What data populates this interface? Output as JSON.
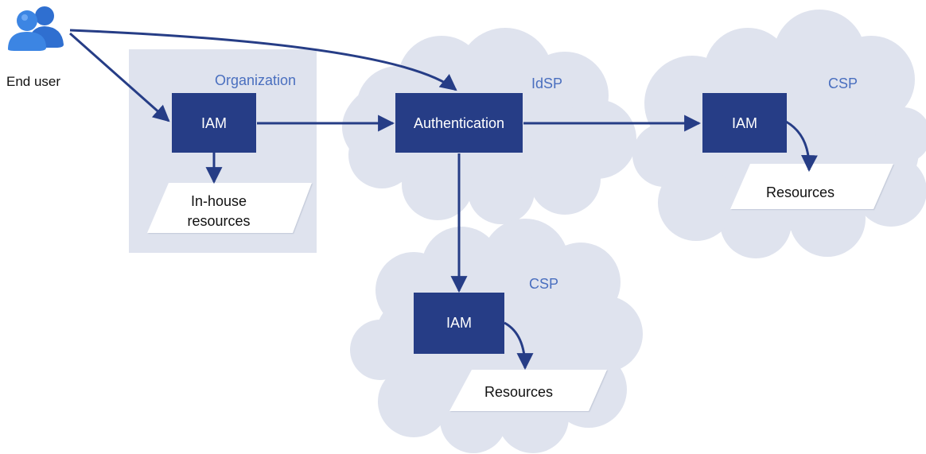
{
  "end_user": {
    "label": "End user",
    "icon": "users-icon"
  },
  "organization": {
    "title": "Organization",
    "iam_label": "IAM",
    "resources_line1": "In-house",
    "resources_line2": "resources"
  },
  "idsp": {
    "title": "IdSP",
    "auth_label": "Authentication"
  },
  "csp_right": {
    "title": "CSP",
    "iam_label": "IAM",
    "resources_label": "Resources"
  },
  "csp_bottom": {
    "title": "CSP",
    "iam_label": "IAM",
    "resources_label": "Resources"
  },
  "colors": {
    "box": "#263d86",
    "arrow": "#263d86",
    "region": "#dfe3ee",
    "title": "#4a6fbf"
  }
}
